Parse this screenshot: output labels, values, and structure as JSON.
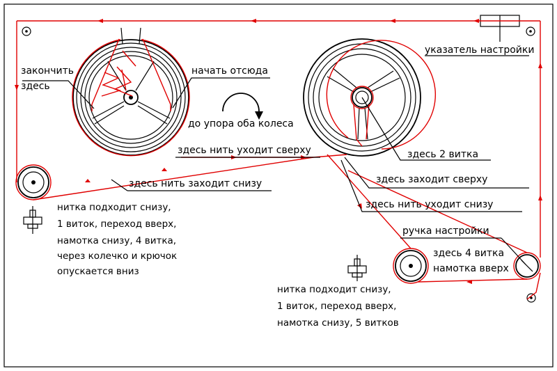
{
  "colors": {
    "thread": "#e00000",
    "line": "#000000",
    "background": "#ffffff"
  },
  "labels": {
    "pointer": "указатель настройки",
    "finish_line1": "закончить",
    "finish_line2": "здесь",
    "start_here": "начать отсюда",
    "both_wheels": "до упора оба колеса",
    "exits_top_left": "здесь нить уходит сверху",
    "enters_bottom": "здесь нить заходит снизу",
    "two_turns": "здесь 2 витка",
    "enters_top": "здесь заходит сверху",
    "exits_top_right": "здесь нить уходит снизу",
    "knob": "ручка настройки",
    "four_turns_line1": "здесь 4 витка",
    "four_turns_line2": "намотка вверх"
  },
  "notes": {
    "left_pulley": [
      "нитка подходит снизу,",
      "1 виток, переход вверх,",
      "намотка снизу, 4 витка,",
      "через колечко и крючок",
      "опускается вниз"
    ],
    "bottom_pulley": [
      "нитка подходит снизу,",
      "1 виток, переход вверх,",
      "намотка снизу, 5 витков"
    ]
  }
}
